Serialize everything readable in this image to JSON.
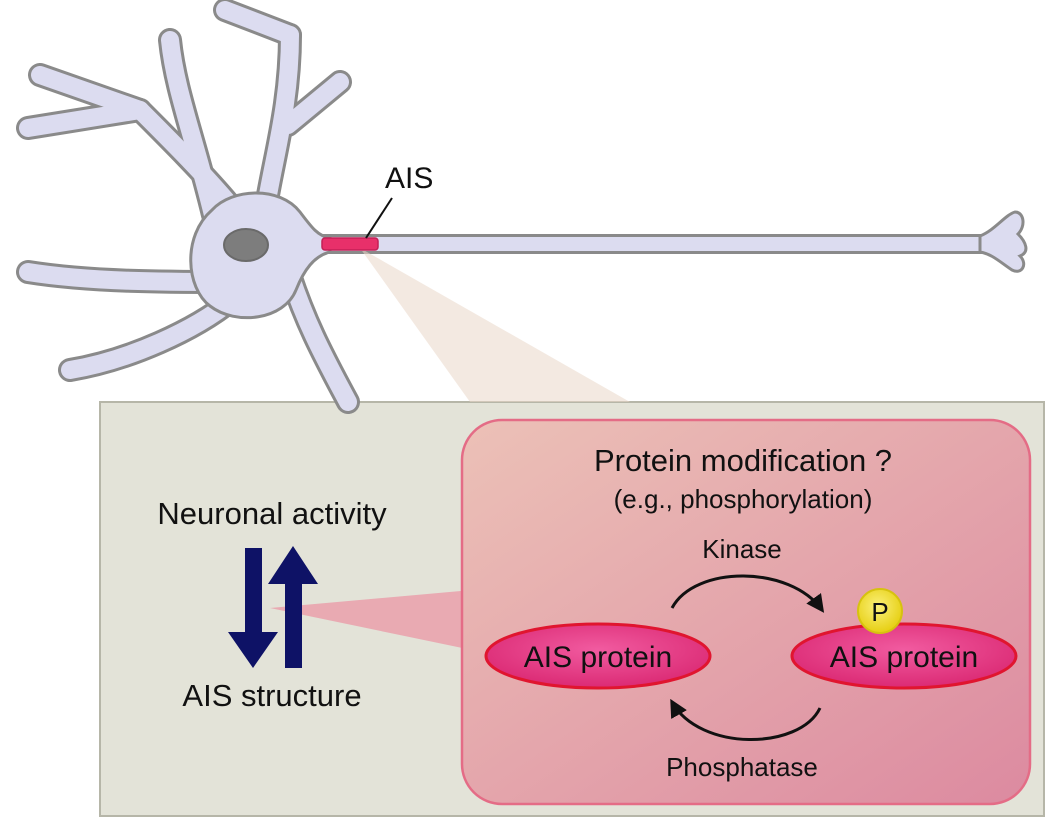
{
  "neuron": {
    "ais_label": "AIS"
  },
  "left_panel": {
    "top_label": "Neuronal activity",
    "bottom_label": "AIS structure"
  },
  "right_panel": {
    "title": "Protein modification ?",
    "subtitle": "(e.g., phosphorylation)",
    "kinase_label": "Kinase",
    "phosphatase_label": "Phosphatase",
    "protein_left_label": "AIS protein",
    "protein_right_label": "AIS protein",
    "phospho_label": "P"
  },
  "colors": {
    "neuron_fill": "#dcdcf0",
    "neuron_stroke": "#8a8a8a",
    "nucleus": "#7d7d7d",
    "ais_segment": "#e8306a",
    "panel_bg": "#e3e3d8",
    "zoom_region": "#e9a3ae",
    "arrows": "#0e1266",
    "protein_fill": "#e23c82",
    "protein_stroke": "#e0152f",
    "phospho": "#f2e21a"
  }
}
